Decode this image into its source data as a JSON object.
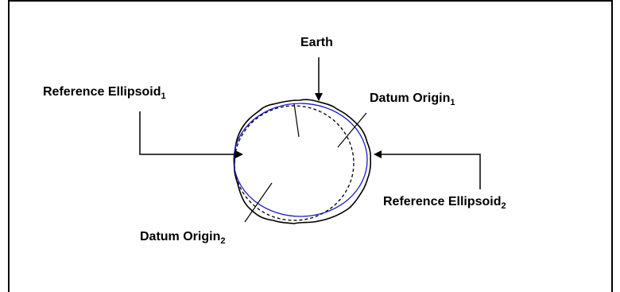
{
  "labels": {
    "earth": "Earth",
    "ref_ellipsoid_1": {
      "text": "Reference Ellipsoid",
      "sub": "1"
    },
    "ref_ellipsoid_2": {
      "text": "Reference Ellipsoid",
      "sub": "2"
    },
    "datum_origin_1": {
      "text": "Datum Origin",
      "sub": "1"
    },
    "datum_origin_2": {
      "text": "Datum Origin",
      "sub": "2"
    }
  },
  "colors": {
    "ellipsoid_1_line": "#000000",
    "ellipsoid_2_line": "#1a1acc",
    "earth_outline": "#000000"
  }
}
